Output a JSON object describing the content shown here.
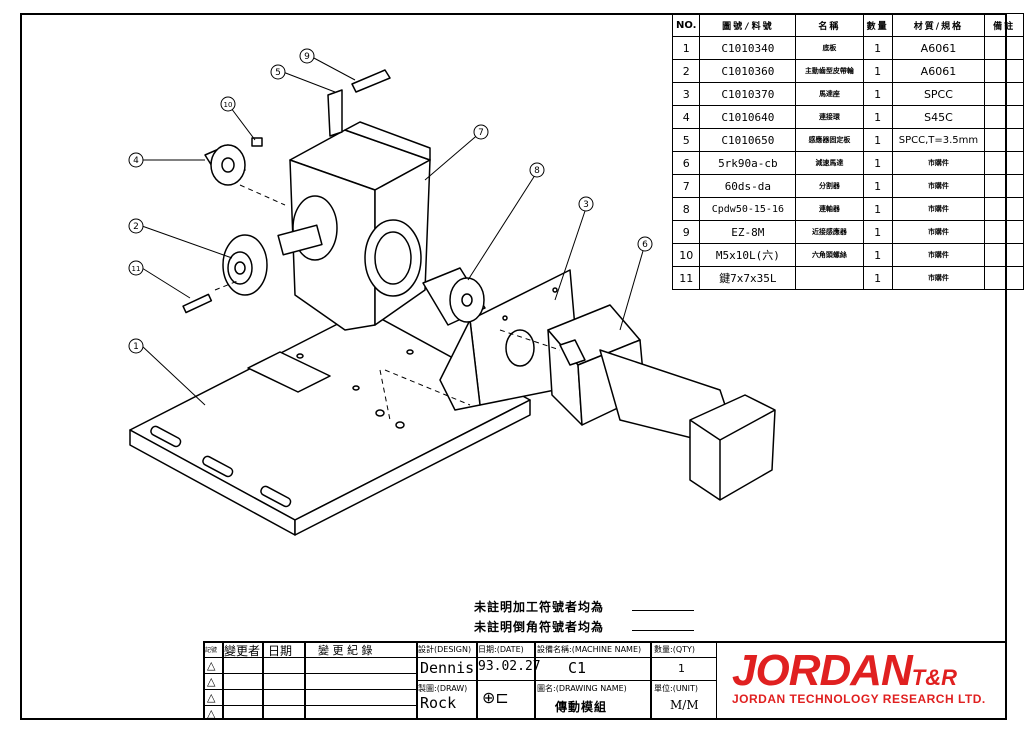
{
  "callouts": [
    "1",
    "2",
    "3",
    "4",
    "5",
    "6",
    "7",
    "8",
    "9",
    "10",
    "11"
  ],
  "bom": {
    "headers": [
      "NO.",
      "圖號/料號",
      "名稱",
      "數量",
      "材質/規格",
      "備註"
    ],
    "rows": [
      [
        "1",
        "C1010340",
        "底板",
        "1",
        "A6061",
        ""
      ],
      [
        "2",
        "C1010360",
        "主動齒型皮帶輪",
        "1",
        "A6061",
        ""
      ],
      [
        "3",
        "C1010370",
        "馬達座",
        "1",
        "SPCC",
        ""
      ],
      [
        "4",
        "C1010640",
        "連接環",
        "1",
        "S45C",
        ""
      ],
      [
        "5",
        "C1010650",
        "感應器固定板",
        "1",
        "SPCC,T=3.5mm",
        ""
      ],
      [
        "6",
        "5rk90a-cb",
        "減速馬達",
        "1",
        "市購件",
        ""
      ],
      [
        "7",
        "60ds-da",
        "分割器",
        "1",
        "市購件",
        ""
      ],
      [
        "8",
        "Cpdw50-15-16",
        "連軸器",
        "1",
        "市購件",
        ""
      ],
      [
        "9",
        "EZ-8M",
        "近接感應器",
        "1",
        "市購件",
        ""
      ],
      [
        "10",
        "M5x10L(六)",
        "六角頭螺絲",
        "1",
        "市購件",
        ""
      ],
      [
        "11",
        "鍵7x7x35L",
        "",
        "1",
        "市購件",
        ""
      ]
    ]
  },
  "notes": {
    "machining": "未註明加工符號者均為",
    "chamfer": "未註明倒角符號者均為"
  },
  "title_block": {
    "rev_mark": "記號",
    "changer": "變更者",
    "date_col": "日期",
    "change_record": "變 更 紀 錄",
    "design_label": "設計(DESIGN)",
    "designer": "Dennis",
    "date_label": "日期:(DATE)",
    "date": "93.02.27",
    "machine_label": "設備名稱:(MACHINE NAME)",
    "machine": "C1",
    "qty_label": "數量:(QTY)",
    "qty": "1",
    "draw_label": "製圖:(DRAW)",
    "drawer": "Rock",
    "drawing_label": "圖名:(DRAWING NAME)",
    "drawing_name": "傳動模組",
    "unit_label": "單位:(UNIT)",
    "unit": "M/M"
  },
  "logo": {
    "brand": "JORDAN",
    "suffix": "T&R",
    "company": "JORDAN TECHNOLOGY RESEARCH LTD.",
    "color": "#e02020"
  }
}
